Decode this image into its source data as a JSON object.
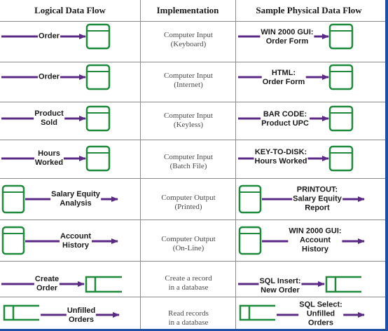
{
  "headers": {
    "logical": "Logical Data Flow",
    "implementation": "Implementation",
    "physical": "Sample Physical Data Flow"
  },
  "rows": [
    {
      "logical": "Order",
      "implementation": [
        "Computer Input",
        "(Keyboard)"
      ],
      "physical": [
        "WIN 2000 GUI:",
        "Order Form"
      ]
    },
    {
      "logical": "Order",
      "implementation": [
        "Computer Input",
        "(Internet)"
      ],
      "physical": [
        "HTML:",
        "Order Form"
      ]
    },
    {
      "logical": "Product Sold",
      "logical_lines": [
        "Product",
        "Sold"
      ],
      "implementation": [
        "Computer Input",
        "(Keyless)"
      ],
      "physical": [
        "BAR CODE:",
        "Product UPC"
      ]
    },
    {
      "logical": "Hours Worked",
      "logical_lines": [
        "Hours",
        "Worked"
      ],
      "implementation": [
        "Computer Input",
        "(Batch File)"
      ],
      "physical": [
        "KEY-TO-DISK:",
        "Hours Worked"
      ]
    },
    {
      "logical_lines": [
        "Salary Equity",
        "Analysis"
      ],
      "implementation": [
        "Computer Output",
        "(Printed)"
      ],
      "physical": [
        "PRINTOUT:",
        "Salary Equity",
        "Report"
      ]
    },
    {
      "logical_lines": [
        "Account",
        "History"
      ],
      "implementation": [
        "Computer Output",
        "(On-Line)"
      ],
      "physical": [
        "WIN 2000 GUI:",
        "Account",
        "History"
      ]
    },
    {
      "logical_lines": [
        "Create",
        "Order"
      ],
      "implementation": [
        "Create a record",
        "in a database"
      ],
      "physical": [
        "SQL Insert:",
        "New Order"
      ]
    },
    {
      "logical_lines": [
        "Unfilled",
        "Orders"
      ],
      "implementation": [
        "Read records",
        "in a database"
      ],
      "physical": [
        "SQL Select:",
        "Unfilled",
        "Orders"
      ]
    }
  ],
  "colors": {
    "flow": "#5b2a86",
    "shape": "#1f8a3c",
    "grid": "#8a8a8a",
    "frame_accent": "#1e4fa6"
  }
}
